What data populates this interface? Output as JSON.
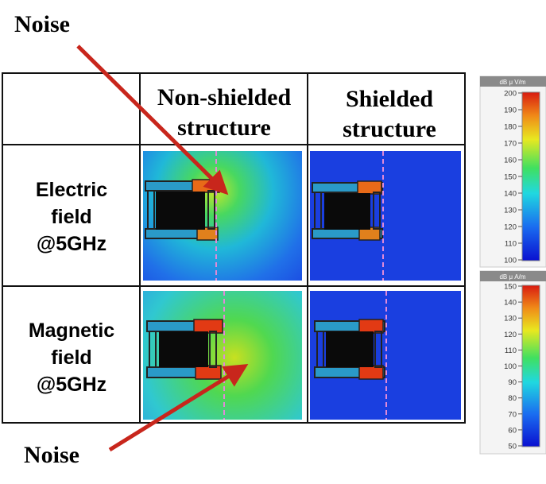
{
  "noise_labels": {
    "top": "Noise",
    "bottom": "Noise"
  },
  "columns": {
    "non_shielded": [
      "Non-shielded",
      "structure"
    ],
    "shielded": [
      "Shielded",
      "structure"
    ]
  },
  "rows": {
    "electric": [
      "Electric",
      "field",
      "@5GHz"
    ],
    "magnetic": [
      "Magnetic",
      "field",
      "@5GHz"
    ]
  },
  "colorbars": {
    "electric": {
      "unit": "dB μ V/m",
      "ticks": [
        "200",
        "190",
        "180",
        "170",
        "160",
        "150",
        "140",
        "130",
        "120",
        "110",
        "100"
      ]
    },
    "magnetic": {
      "unit": "dB μ A/m",
      "ticks": [
        "150",
        "140",
        "130",
        "120",
        "110",
        "100",
        "90",
        "80",
        "70",
        "60",
        "50"
      ]
    }
  },
  "colors": {
    "field_background": "#1a3fe0",
    "arrow": "#c8261c",
    "dashed_line": "#e08ad8",
    "table_border": "#111111"
  }
}
